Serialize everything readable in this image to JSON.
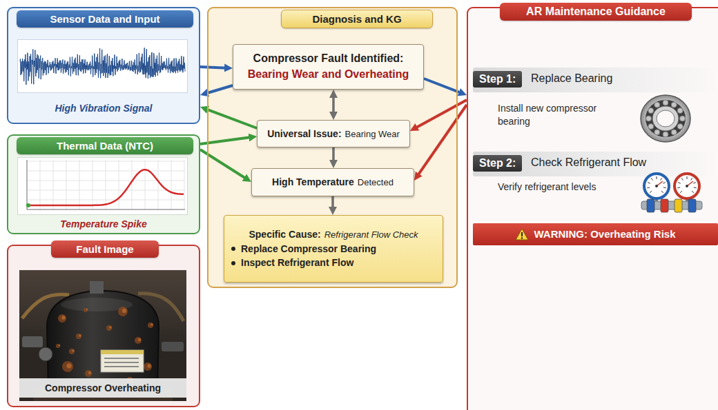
{
  "diagram": {
    "nodes": [
      {
        "text": [
          "Sensor Data and Input",
          "High Vibration Signal"
        ]
      },
      {
        "text": [
          "Thermal Data (NTC)",
          "Temperature Spike"
        ]
      },
      {
        "text": [
          "Fault Image",
          "Compressor Overheating"
        ]
      },
      {
        "text": [
          "Diagnosis and KG"
        ]
      },
      {
        "text": [
          "Compressor Fault Identified:",
          "Bearing Wear and Overheating"
        ],
        "in": 3
      },
      {
        "text": [
          "Universal Issue:",
          "Bearing Wear"
        ],
        "in": 3
      },
      {
        "text": [
          "High Temperature",
          "Detected"
        ],
        "in": 3
      },
      {
        "text": [
          "Specific Cause:",
          "Refrigerant Flow Check",
          "Replace Compressor Bearing",
          "Inspect Refrigerant Flow"
        ],
        "in": 3
      },
      {
        "text": [
          "AR Maintenance Guidance"
        ]
      },
      {
        "text": [
          "Step 1:",
          "Replace Bearing",
          "Install new compressor bearing"
        ],
        "in": 8
      },
      {
        "text": [
          "Step 2:",
          "Check Refrigerant Flow",
          "Verify refrigerant levels"
        ],
        "in": 8
      },
      {
        "text": [
          "WARNING: Overheating Risk"
        ],
        "in": 8
      }
    ],
    "edges": [
      {
        "from": 0,
        "to": 4,
        "arrow": "to"
      },
      {
        "from": 4,
        "to": 0,
        "arrow": "to"
      },
      {
        "from": 5,
        "to": 0,
        "arrow": "to"
      },
      {
        "from": 1,
        "to": 5,
        "arrow": "to"
      },
      {
        "from": 1,
        "to": 6,
        "arrow": "to"
      },
      {
        "from": 4,
        "to": 5,
        "arrow": "both"
      },
      {
        "from": 5,
        "to": 6,
        "arrow": "to"
      },
      {
        "from": 6,
        "to": 7,
        "arrow": "to"
      },
      {
        "from": 4,
        "to": 8,
        "arrow": "to"
      },
      {
        "from": 8,
        "to": 5,
        "arrow": "to"
      },
      {
        "from": 8,
        "to": 6,
        "arrow": "to"
      }
    ]
  }
}
